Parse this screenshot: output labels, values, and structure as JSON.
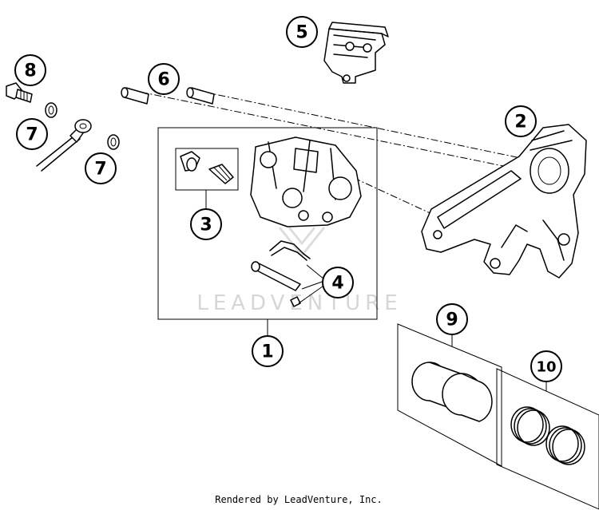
{
  "callouts": [
    {
      "id": "1",
      "label": "1"
    },
    {
      "id": "2",
      "label": "2"
    },
    {
      "id": "3",
      "label": "3"
    },
    {
      "id": "4",
      "label": "4"
    },
    {
      "id": "5",
      "label": "5"
    },
    {
      "id": "6",
      "label": "6"
    },
    {
      "id": "7a",
      "label": "7"
    },
    {
      "id": "7b",
      "label": "7"
    },
    {
      "id": "8",
      "label": "8"
    },
    {
      "id": "9",
      "label": "9"
    },
    {
      "id": "10",
      "label": "10"
    }
  ],
  "watermark": "LEADVENTURE",
  "footer": {
    "credit": "Rendered by LeadVenture, Inc."
  }
}
